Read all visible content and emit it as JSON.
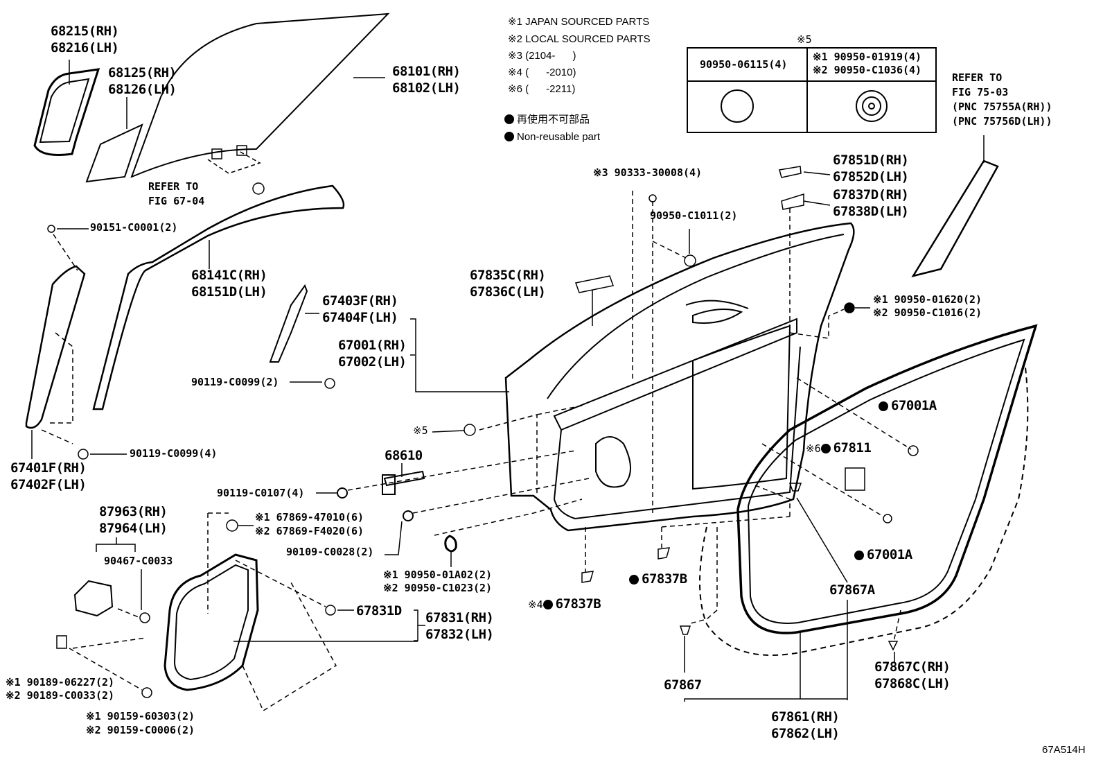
{
  "legend": {
    "notes": [
      "※1 JAPAN SOURCED PARTS",
      "※2 LOCAL SOURCED PARTS",
      "※3 (2104-      )",
      "※4 (      -2010)",
      "※6 (      -2211)"
    ],
    "nonreusable_jp": "再使用不可部品",
    "nonreusable_en": "Non-reusable part"
  },
  "table": {
    "header_mark": "※5",
    "left_part": "90950-06115(4)",
    "right_part_1": "※1 90950-01919(4)",
    "right_part_2": "※2 90950-C1036(4)"
  },
  "labels": {
    "p68215": "68215(RH)",
    "p68216": "68216(LH)",
    "p68125": "68125(RH)",
    "p68126": "68126(LH)",
    "p68101": "68101(RH)",
    "p68102": "68102(LH)",
    "refer6704a": "REFER TO",
    "refer6704b": "FIG 67-04",
    "p90151": "90151-C0001(2)",
    "p68141": "68141C(RH)",
    "p68151": "68151D(LH)",
    "p67403": "67403F(RH)",
    "p67404": "67404F(LH)",
    "p90119a": "90119-C0099(2)",
    "p67001rh": "67001(RH)",
    "p67002lh": "67002(LH)",
    "p67835": "67835C(RH)",
    "p67836": "67836C(LH)",
    "p90333": "※3 90333-30008(4)",
    "p90950c1011": "90950-C1011(2)",
    "p67851": "67851D(RH)",
    "p67852": "67852D(LH)",
    "p67837d": "67837D(RH)",
    "p67838d": "67838D(LH)",
    "refer7503a": "REFER TO",
    "refer7503b": "FIG 75-03",
    "refer7503c": "(PNC 75755A(RH))",
    "refer7503d": "(PNC 75756D(LH))",
    "p90950_01620": "※1 90950-01620(2)",
    "p90950_c1016": "※2 90950-C1016(2)",
    "p67001a_1": "67001A",
    "p67811": "67811",
    "p67811_mark": "※6",
    "p67001a_2": "67001A",
    "p67401": "67401F(RH)",
    "p67402": "67402F(LH)",
    "p90119b": "90119-C0099(4)",
    "p5mark": "※5",
    "p68610": "68610",
    "p90119c": "90119-C0107(4)",
    "p67869a": "※1 67869-47010(6)",
    "p67869b": "※2 67869-F4020(6)",
    "p90109": "90109-C0028(2)",
    "p87963": "87963(RH)",
    "p87964": "87964(LH)",
    "p90467": "90467-C0033",
    "p90950_01a02": "※1 90950-01A02(2)",
    "p90950_c1023": "※2 90950-C1023(2)",
    "p67837b_1": "67837B",
    "p67837b_2": "67837B",
    "p67837b_2_mark": "※4",
    "p67867a": "67867A",
    "p67831d": "67831D",
    "p67831": "67831(RH)",
    "p67832": "67832(LH)",
    "p90189a": "※1 90189-06227(2)",
    "p90189b": "※2 90189-C0033(2)",
    "p90159a": "※1 90159-60303(2)",
    "p90159b": "※2 90159-C0006(2)",
    "p67867": "67867",
    "p67867c": "67867C(RH)",
    "p67868c": "67868C(LH)",
    "p67861": "67861(RH)",
    "p67862": "67862(LH)",
    "fig_id": "67A514H"
  }
}
